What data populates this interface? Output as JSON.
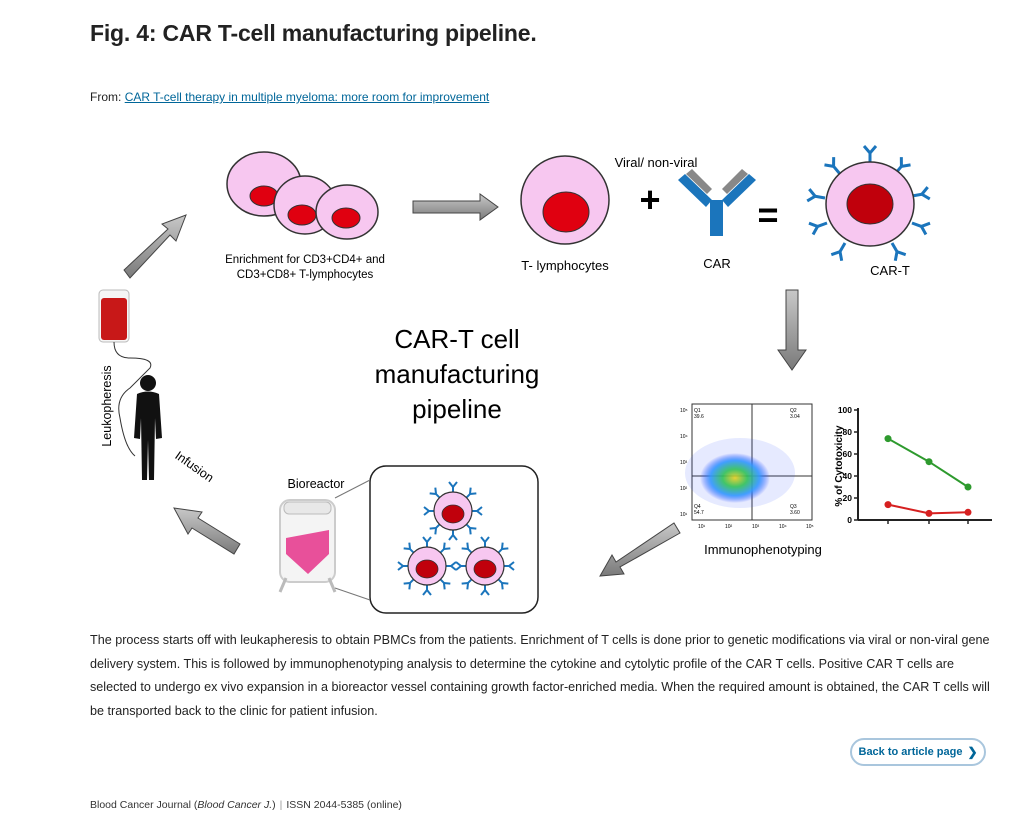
{
  "header": {
    "title": "Fig. 4: CAR T-cell manufacturing pipeline."
  },
  "source": {
    "from_label": "From:",
    "article_link": "CAR T-cell therapy in multiple myeloma: more room for improvement"
  },
  "figure": {
    "enrichment_label_1": "Enrichment for CD3+CD4+ and",
    "enrichment_label_2": "CD3+CD8+ T-lymphocytes",
    "tcell_label": "T- lymphocytes",
    "viral_label": "Viral/ non-viral",
    "plus_sign": "+",
    "car_label": "CAR",
    "equals_sign": "=",
    "cart_label": "CAR-T",
    "center_title_1": "CAR-T cell",
    "center_title_2": "manufacturing",
    "center_title_3": "pipeline",
    "leukopheresis_label": "Leukopheresis",
    "infusion_label": "Infusion",
    "bioreactor_label": "Bioreactor",
    "immuno_label": "Immunophenotyping",
    "flow": {
      "q1": "Q1",
      "q1_val": "39.6",
      "q2": "Q2",
      "q2_val": "3.04",
      "q3": "Q3",
      "q3_val": "3.60",
      "q4": "Q4",
      "q4_val": "54.7",
      "y_ticks": [
        "10⁵",
        "10⁴",
        "10³",
        "10²",
        "10¹"
      ],
      "x_ticks": [
        "10¹",
        "10²",
        "10³",
        "10⁴",
        "10⁵"
      ]
    },
    "cyto": {
      "ylabel": "% of Cytotoxicity",
      "y_ticks": [
        "100",
        "80",
        "60",
        "40",
        "20",
        "0"
      ],
      "series_green": [
        74,
        53,
        30
      ],
      "series_red": [
        14,
        6,
        7
      ],
      "green_color": "#2e9a2e",
      "red_color": "#d62020"
    },
    "colors": {
      "cell_fill": "#f7c7f0",
      "nucleus_fill": "#e00010",
      "arrow_fill": "#9a9a9a",
      "receptor_blue": "#1b75bc",
      "bag_red": "#c81818",
      "bioreactor_pink": "#e8509a"
    }
  },
  "caption": {
    "text": "The process starts off with leukapheresis to obtain PBMCs from the patients. Enrichment of T cells is done prior to genetic modifications via viral or non-viral gene delivery system. This is followed by immunophenotyping analysis to determine the cytokine and cytolytic profile of the CAR T cells. Positive CAR T cells are selected to undergo ex vivo expansion in a bioreactor vessel containing growth factor-enriched media. When the required amount is obtained, the CAR T cells will be transported back to the clinic for patient infusion."
  },
  "navigation": {
    "back_label": "Back to article page",
    "back_icon": "chevron-right-icon"
  },
  "footer": {
    "journal": "Blood Cancer Journal",
    "journal_abbrev": "Blood Cancer J.",
    "issn": "ISSN 2044-5385 (online)"
  }
}
